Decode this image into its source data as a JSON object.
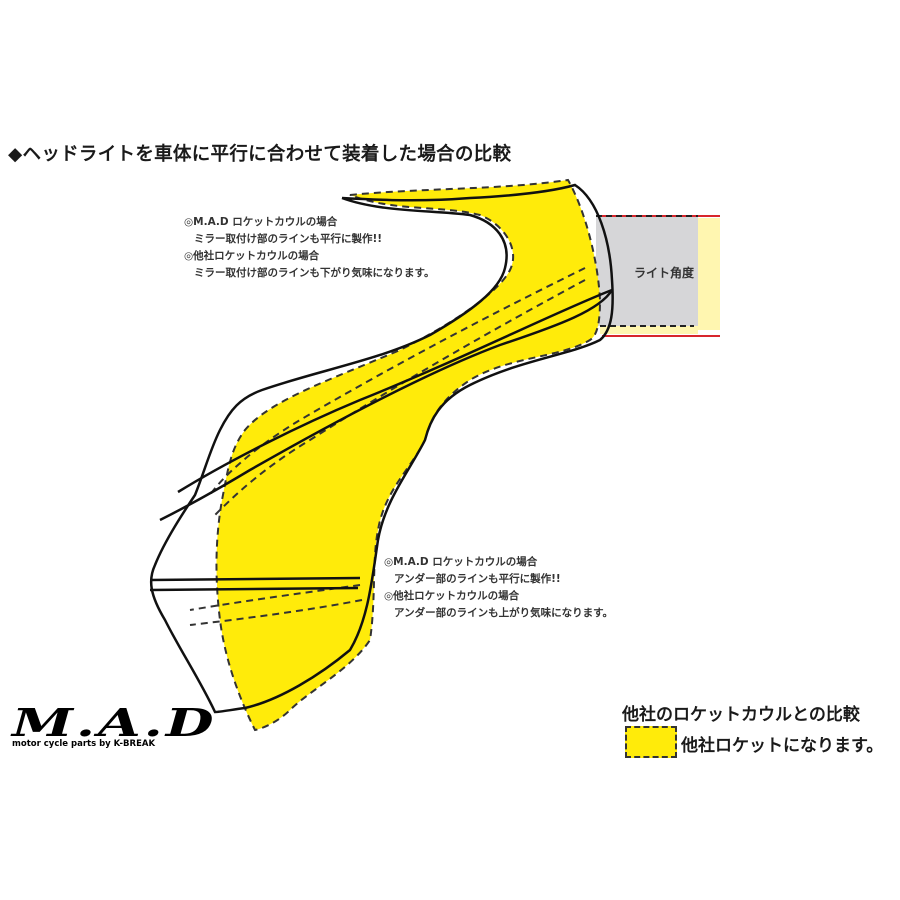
{
  "title": "◆ヘッドライトを車体に平行に合わせて装着した場合の比較",
  "notes_upper": {
    "mad_heading": "◎M.A.D ロケットカウルの場合",
    "mad_detail": "ミラー取付け部のラインも平行に製作!!",
    "other_heading": "◎他社ロケットカウルの場合",
    "other_detail": "ミラー取付け部のラインも下がり気味になります。"
  },
  "notes_lower": {
    "mad_heading": "◎M.A.D ロケットカウルの場合",
    "mad_detail": "アンダー部のラインも平行に製作!!",
    "other_heading": "◎他社ロケットカウルの場合",
    "other_detail": "アンダー部のラインも上がり気味になります。"
  },
  "light_angle_label": "ライト角度",
  "legend": {
    "title": "他社のロケットカウルとの比較",
    "item_label": "他社ロケットになります。",
    "swatch_color": "#ffeb0a"
  },
  "logo": {
    "main": "M.A.D",
    "sub": "motor cycle parts by K-BREAK"
  },
  "colors": {
    "yellow_fill": "#ffeb0a",
    "gray_box": "#d6d6d8",
    "pale_yellow": "#fff6b0",
    "red_line": "#d8262c",
    "outline": "#111111"
  }
}
